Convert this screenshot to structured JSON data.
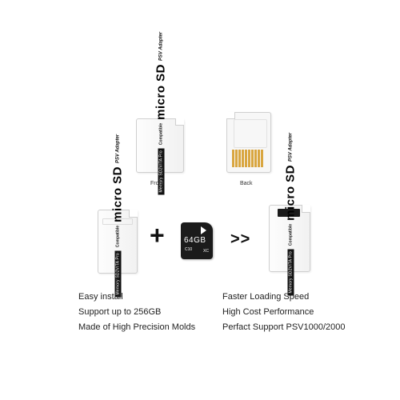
{
  "product": {
    "tag": "Memory SD2VITA Pro",
    "compatible": "Compatible",
    "brand": "micro SD",
    "adapter": "PSV Adapter"
  },
  "labels": {
    "front": "Front",
    "back": "Back"
  },
  "combine": {
    "plus": "+",
    "arrow": ">>",
    "card_capacity": "64GB",
    "card_class": "C10",
    "card_standard": "XC"
  },
  "features": {
    "left": [
      "Easy install",
      "Support up to 256GB",
      "Made of High Precision Molds"
    ],
    "right": [
      "Faster Loading Speed",
      "High Cost Performance",
      "Perfact Support PSV1000/2000"
    ]
  }
}
